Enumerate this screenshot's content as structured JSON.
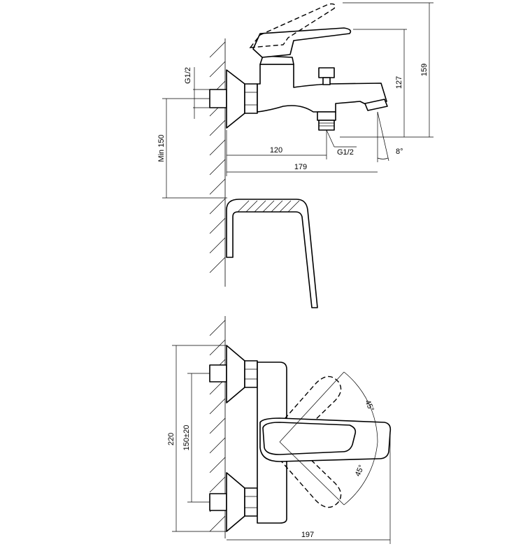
{
  "dimensions": {
    "thread_side": "G1/2",
    "min_wall_height": "Min 150",
    "height_total": "159",
    "height_spout": "127",
    "outlet_distance": "120",
    "outlet_thread": "G1/2",
    "spout_angle": "8°",
    "depth_total": "179",
    "body_length": "220",
    "centers": "150±20",
    "width_total": "197",
    "rotation_up": "45°",
    "rotation_down": "45°"
  }
}
